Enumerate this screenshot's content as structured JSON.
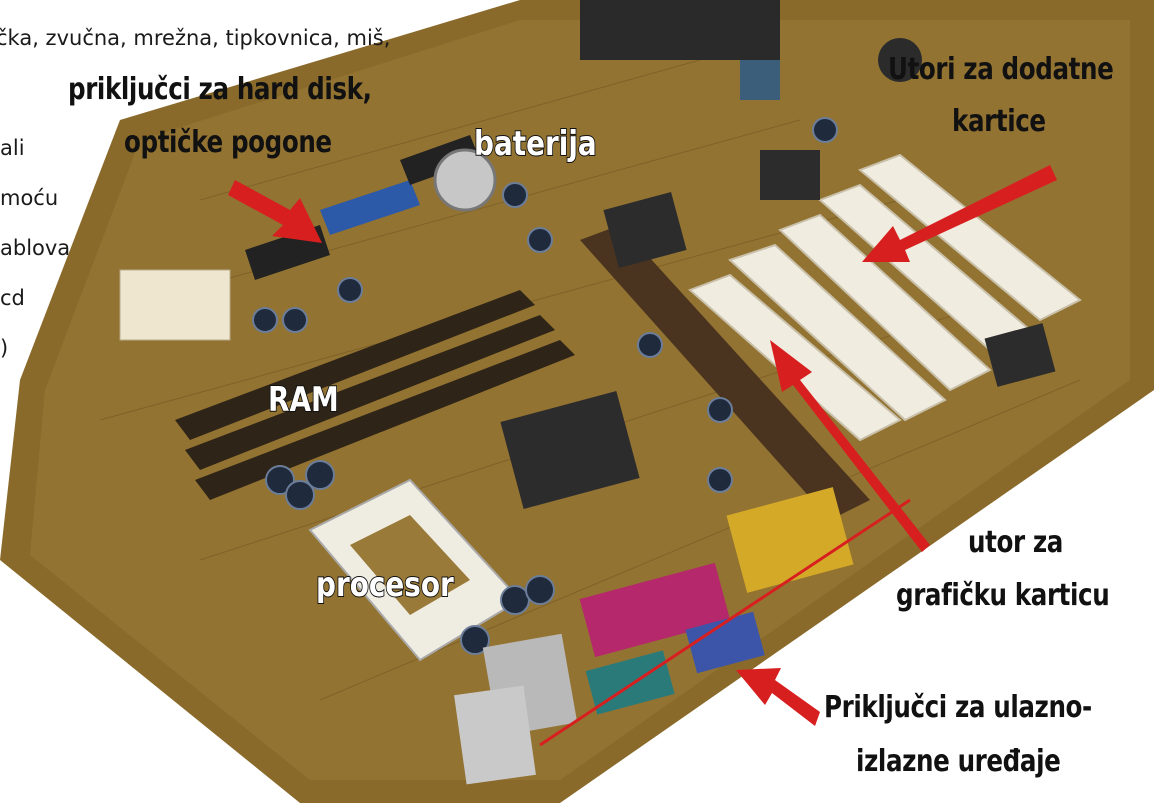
{
  "side_text": {
    "line_top": "čka, zvučna, mrežna, tipkovnica, miš,",
    "line_1": "ali",
    "line_2": "moću",
    "line_3": "ablova",
    "line_4": "cd",
    "line_5": ")"
  },
  "labels": {
    "hard_disk_line1": "priključci za hard disk,",
    "hard_disk_line2": "optičke pogone",
    "battery": "baterija",
    "slots_line1": "Utori za dodatne",
    "slots_line2": "kartice",
    "ram": "RAM",
    "graphics_line1": "utor za",
    "graphics_line2": "grafičku karticu",
    "processor": "procesor",
    "io_line1": "Priključci za ulazno-",
    "io_line2": "izlazne uređaje"
  },
  "colors": {
    "board": "#8a6a2a",
    "arrow": "#d81f1f",
    "slot_white": "#f1ece0",
    "ram_slot": "#2e2417"
  }
}
